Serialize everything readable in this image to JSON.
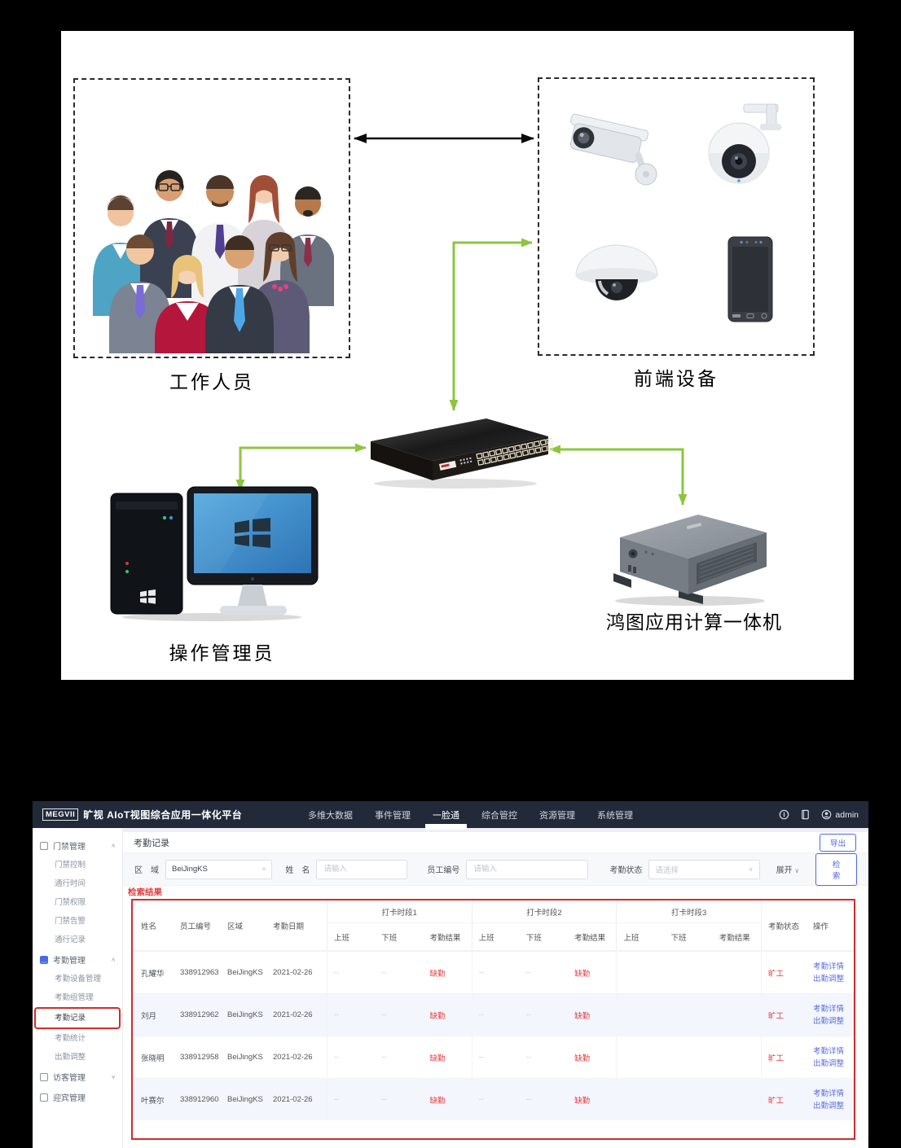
{
  "colors": {
    "accent_blue": "#5067e8",
    "alert_red": "#e23c3c",
    "annotation_red": "#d52b2b",
    "navbar_bg": "#222a3a",
    "connector_green": "#8cc63f"
  },
  "diagram": {
    "staff_label": "工作人员",
    "frontend_label": "前端设备",
    "operator_label": "操作管理员",
    "appliance_label": "鸿图应用计算一体机"
  },
  "app": {
    "navbar": {
      "brand_badge": "MEGVII",
      "brand_text": "旷视 AIoT视图综合应用一体化平台",
      "tabs": [
        {
          "id": "tab-big-data",
          "label": "多维大数据",
          "active": false
        },
        {
          "id": "tab-event-mgmt",
          "label": "事件管理",
          "active": false
        },
        {
          "id": "tab-face-pass",
          "label": "一脸通",
          "active": true
        },
        {
          "id": "tab-integrated-control",
          "label": "综合管控",
          "active": false
        },
        {
          "id": "tab-resource-mgmt",
          "label": "资源管理",
          "active": false
        },
        {
          "id": "tab-system-mgmt",
          "label": "系统管理",
          "active": false
        }
      ],
      "icons": [
        "info-icon",
        "manual-icon",
        "user-icon"
      ],
      "username": "admin"
    },
    "sidebar": {
      "groups": [
        {
          "id": "access-mgmt",
          "label": "门禁管理",
          "icon": "door-access-icon",
          "chevron": "∧",
          "children": [
            {
              "id": "access-control",
              "label": "门禁控制"
            },
            {
              "id": "pass-time",
              "label": "通行时间"
            },
            {
              "id": "access-permission",
              "label": "门禁权限"
            },
            {
              "id": "access-alarm",
              "label": "门禁告警"
            },
            {
              "id": "pass-records",
              "label": "通行记录"
            }
          ]
        },
        {
          "id": "attendance-mgmt",
          "label": "考勤管理",
          "icon": "attendance-icon",
          "chevron": "∧",
          "active": true,
          "children": [
            {
              "id": "attendance-device-mgmt",
              "label": "考勤设备管理"
            },
            {
              "id": "attendance-group-mgmt",
              "label": "考勤组管理"
            },
            {
              "id": "attendance-records",
              "label": "考勤记录",
              "highlighted": true
            },
            {
              "id": "attendance-statistics",
              "label": "考勤统计"
            },
            {
              "id": "attendance-adjust",
              "label": "出勤调整"
            }
          ]
        },
        {
          "id": "visitor-mgmt",
          "label": "访客管理",
          "icon": "visitor-icon",
          "chevron": "∨",
          "children": []
        },
        {
          "id": "welcome-mgmt",
          "label": "迎宾管理",
          "icon": "welcome-icon",
          "chevron": "",
          "children": []
        }
      ]
    },
    "page": {
      "title": "考勤记录",
      "export_button": "导出",
      "filters": {
        "region_label": "区　域",
        "region_value": "BeiJingKS",
        "name_label": "姓　名",
        "name_placeholder": "请输入",
        "employee_label": "员工编号",
        "employee_placeholder": "请输入",
        "status_label": "考勤状态",
        "status_placeholder": "请选择",
        "expand_label": "展开",
        "search_button": "检索"
      },
      "results_label": "检索结果",
      "table": {
        "headers": {
          "name": "姓名",
          "employee_id": "员工编号",
          "region": "区域",
          "date": "考勤日期",
          "periods": [
            "打卡时段1",
            "打卡时段2",
            "打卡时段3"
          ],
          "period_subs": [
            "上班",
            "下班",
            "考勤结果"
          ],
          "status": "考勤状态",
          "operation": "操作"
        },
        "rows": [
          {
            "name": "孔耀华",
            "employee_id": "338912963",
            "region": "BeiJingKS",
            "date": "2021-02-26",
            "period1": [
              "--",
              "--",
              "缺勤"
            ],
            "period2": [
              "--",
              "--",
              "缺勤"
            ],
            "period3": [
              "",
              "",
              ""
            ],
            "status": "旷工",
            "actions": [
              "考勤详情",
              "出勤调整"
            ]
          },
          {
            "name": "刘月",
            "employee_id": "338912962",
            "region": "BeiJingKS",
            "date": "2021-02-26",
            "period1": [
              "--",
              "--",
              "缺勤"
            ],
            "period2": [
              "--",
              "--",
              "缺勤"
            ],
            "period3": [
              "",
              "",
              ""
            ],
            "status": "旷工",
            "actions": [
              "考勤详情",
              "出勤调整"
            ]
          },
          {
            "name": "张晓明",
            "employee_id": "338912958",
            "region": "BeiJingKS",
            "date": "2021-02-26",
            "period1": [
              "--",
              "--",
              "缺勤"
            ],
            "period2": [
              "--",
              "--",
              "缺勤"
            ],
            "period3": [
              "",
              "",
              ""
            ],
            "status": "旷工",
            "actions": [
              "考勤详情",
              "出勤调整"
            ]
          },
          {
            "name": "叶赛尔",
            "employee_id": "338912960",
            "region": "BeiJingKS",
            "date": "2021-02-26",
            "period1": [
              "--",
              "--",
              "缺勤"
            ],
            "period2": [
              "--",
              "--",
              "缺勤"
            ],
            "period3": [
              "",
              "",
              ""
            ],
            "status": "旷工",
            "actions": [
              "考勤详情",
              "出勤调整"
            ]
          }
        ]
      }
    }
  }
}
